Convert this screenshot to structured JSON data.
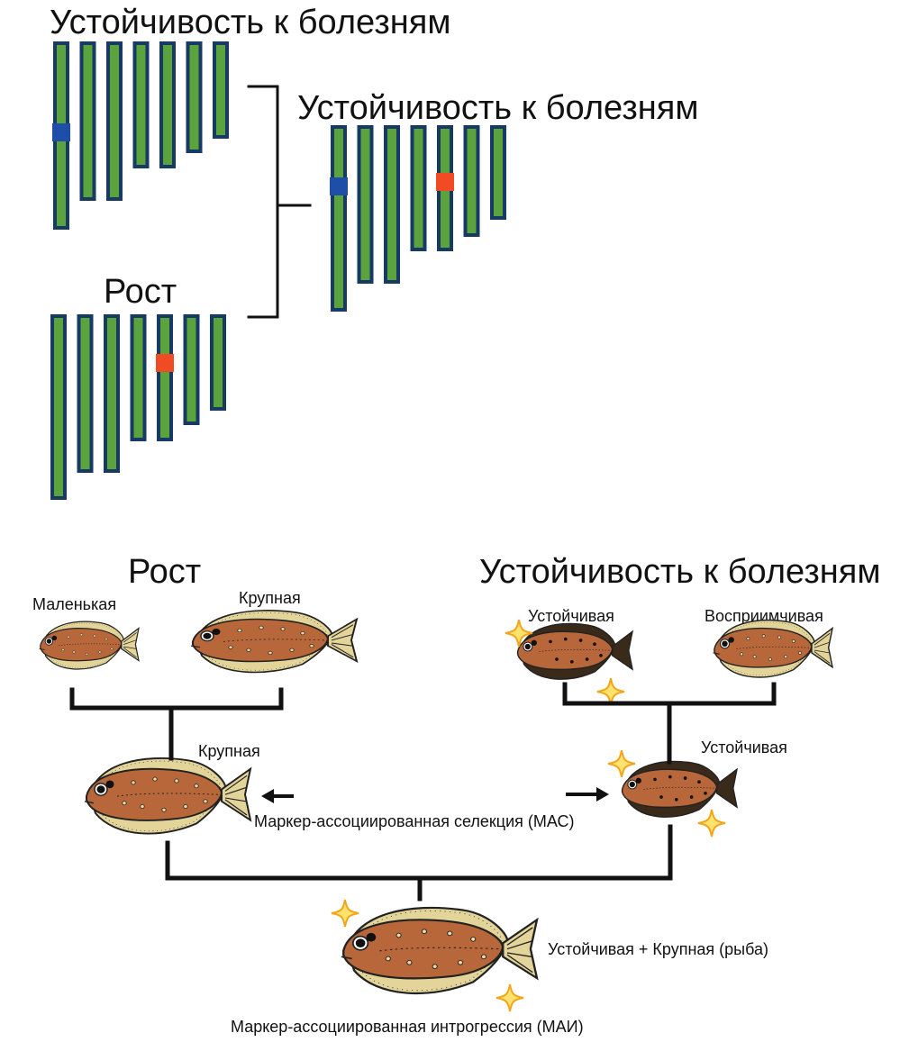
{
  "colors": {
    "chromosome_fill": "#5aa33d",
    "chromosome_border": "#163a63",
    "marker_resistance": "#1d4fa8",
    "marker_growth": "#f04b25",
    "fish_body": "#b8673a",
    "fish_fin": "#e3d59a",
    "spark": "#f2b632",
    "line": "#111111"
  },
  "chromosome_panel": {
    "parent_a_label": "Устойчивость к болезням",
    "parent_b_label": "Рост",
    "offspring_label": "Устойчивость к болезням"
  },
  "fish_panel": {
    "growth_title": "Рост",
    "resistance_title": "Устойчивость к болезням",
    "small_label": "Маленькая",
    "large_label": "Крупная",
    "resistant_label": "Устойчивая",
    "susceptible_label": "Восприимчивая",
    "large_offspring_label": "Крупная",
    "resistant_offspring_label": "Устойчивая",
    "mas_label": "Маркер-ассоциированная селекция (МАС)",
    "final_label": "Устойчивая + Крупная (рыба)",
    "mai_label": "Маркер-ассоциированная интрогрессия (МАИ)"
  }
}
